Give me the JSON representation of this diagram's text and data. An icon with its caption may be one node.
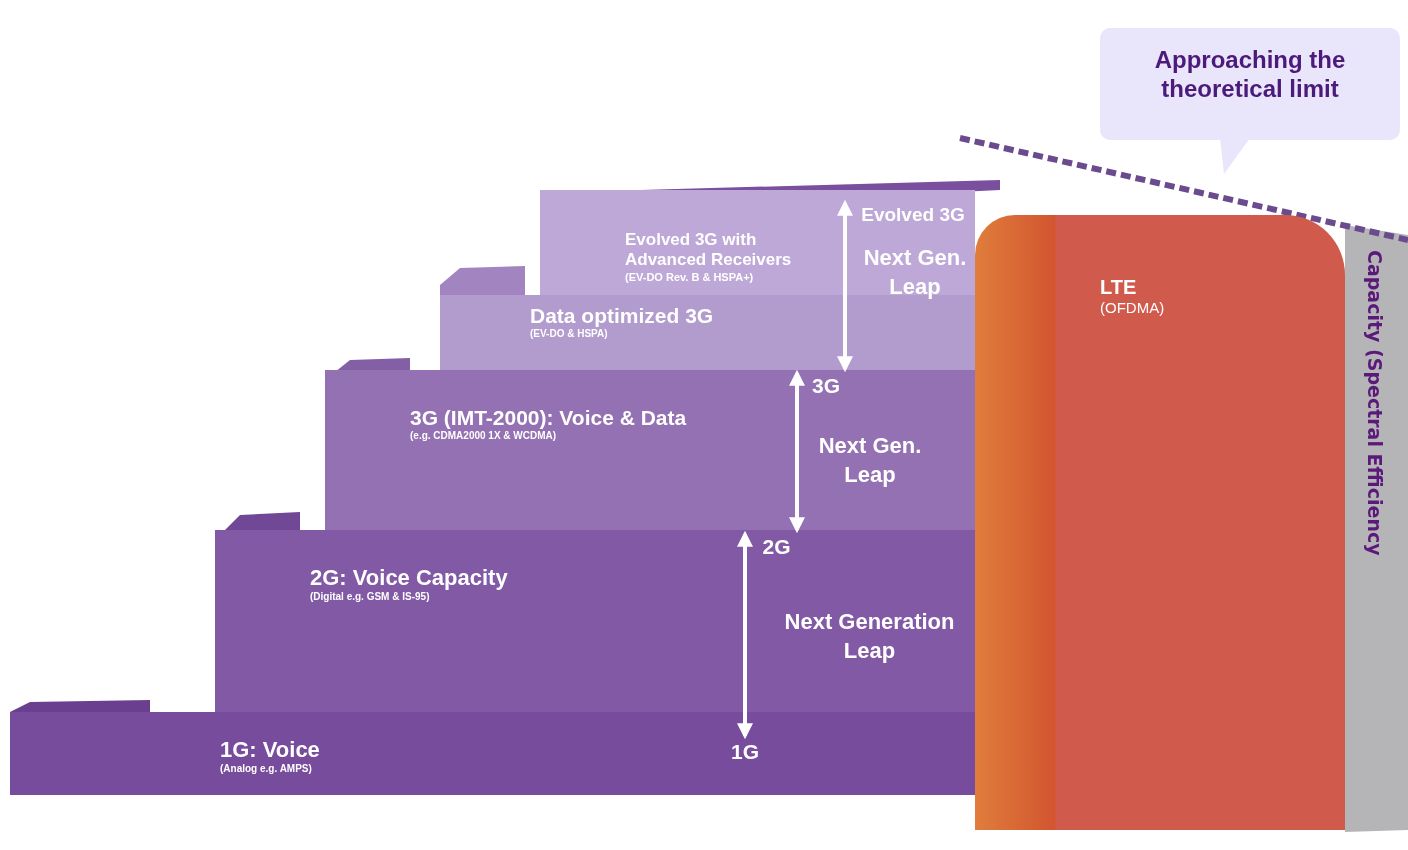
{
  "diagram": {
    "nodes": [
      {
        "text": [
          "Approaching the theoretical limit"
        ]
      },
      {
        "text": [
          "Evolved 3G"
        ],
        "in": 2
      },
      {
        "text": [
          "Evolved 3G with Advanced Receivers",
          "(EV-DO Rev. B & HSPA+)"
        ]
      },
      {
        "text": [
          "Data optimized 3G",
          "(EV-DO & HSPA)"
        ]
      },
      {
        "text": [
          "LTE",
          "(OFDMA)"
        ]
      },
      {
        "text": [
          "3G"
        ],
        "in": 6
      },
      {
        "text": [
          "3G (IMT-2000): Voice & Data",
          "(e.g. CDMA2000 1X & WCDMA)"
        ]
      },
      {
        "text": [
          "2G"
        ],
        "in": 8
      },
      {
        "text": [
          "2G: Voice Capacity",
          "(Digital e.g. GSM & IS-95)"
        ]
      },
      {
        "text": [
          "1G: Voice",
          "(Analog e.g. AMPS)"
        ]
      },
      {
        "text": [
          "1G"
        ],
        "in": 9
      }
    ],
    "edges": [
      {
        "from": 10,
        "to": 7,
        "arrow": "both",
        "label": "Next Generation Leap"
      },
      {
        "from": 7,
        "to": 5,
        "arrow": "both",
        "label": "Next Gen. Leap"
      },
      {
        "from": 5,
        "to": 1,
        "arrow": "both",
        "label": "Next Gen. Leap"
      }
    ],
    "labels": [
      "Capacity (Spectral Efficiency"
    ]
  }
}
